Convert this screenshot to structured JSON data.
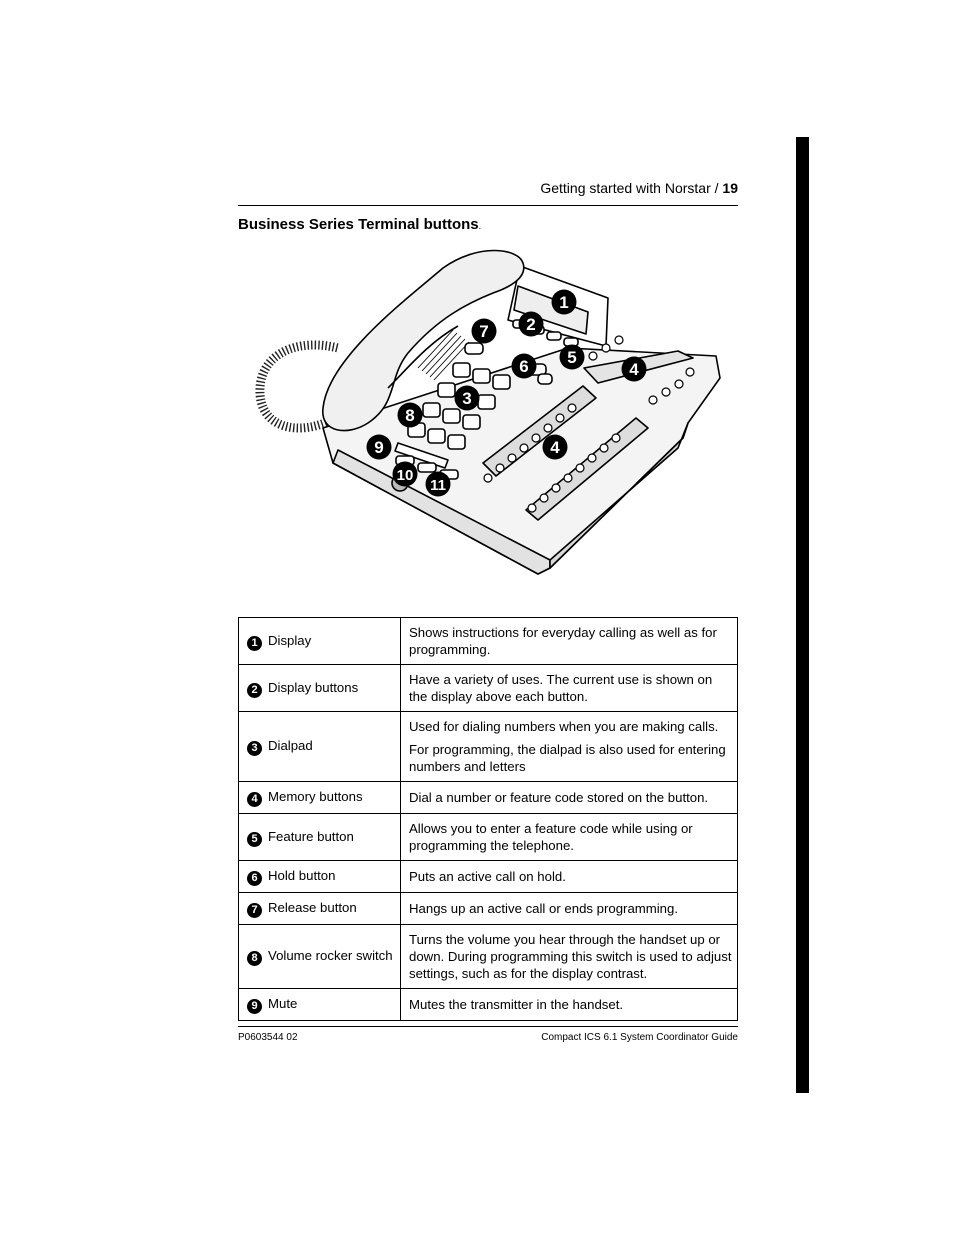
{
  "header": {
    "title": "Getting started with Norstar",
    "separator": "/",
    "page_number": "19"
  },
  "section": {
    "title": "Business Series Terminal buttons",
    "trailing_mark": "."
  },
  "figure": {
    "callouts": [
      {
        "num": "1"
      },
      {
        "num": "2"
      },
      {
        "num": "3"
      },
      {
        "num": "4"
      },
      {
        "num": "4"
      },
      {
        "num": "5"
      },
      {
        "num": "6"
      },
      {
        "num": "7"
      },
      {
        "num": "8"
      },
      {
        "num": "9"
      },
      {
        "num": "10"
      },
      {
        "num": "11"
      }
    ]
  },
  "legend": {
    "rows": [
      {
        "num": "1",
        "label": "Display",
        "desc": [
          "Shows instructions for everyday calling as well as for programming."
        ]
      },
      {
        "num": "2",
        "label": "Display buttons",
        "desc": [
          "Have a variety of uses. The current use is shown on the display above each button."
        ]
      },
      {
        "num": "3",
        "label": "Dialpad",
        "desc": [
          "Used for dialing numbers when you are making calls.",
          "For programming, the dialpad is also used for entering numbers and letters"
        ]
      },
      {
        "num": "4",
        "label": "Memory buttons",
        "desc": [
          "Dial a number or feature code stored on the button."
        ]
      },
      {
        "num": "5",
        "label": "Feature button",
        "desc": [
          "Allows you to enter a feature code while using or programming the telephone."
        ]
      },
      {
        "num": "6",
        "label": "Hold button",
        "desc": [
          "Puts an active call on hold."
        ]
      },
      {
        "num": "7",
        "label": "Release button",
        "desc": [
          "Hangs up an active call or ends programming."
        ]
      },
      {
        "num": "8",
        "label": "Volume rocker switch",
        "desc": [
          "Turns the volume you hear through the handset up or down. During programming this switch is used to adjust settings, such as for the display contrast."
        ]
      },
      {
        "num": "9",
        "label": "Mute",
        "desc": [
          "Mutes the transmitter in the handset."
        ]
      }
    ]
  },
  "footer": {
    "doc_number": "P0603544   02",
    "guide_title": "Compact ICS 6.1 System Coordinator Guide"
  }
}
